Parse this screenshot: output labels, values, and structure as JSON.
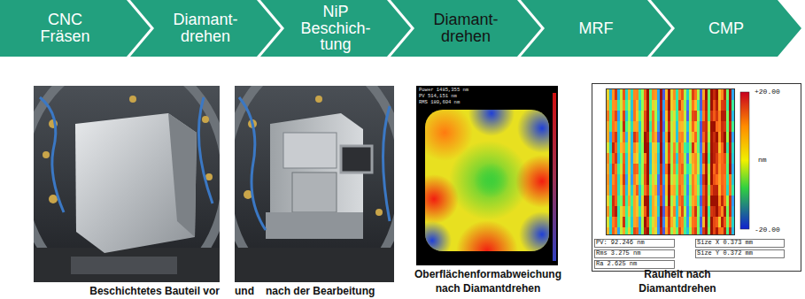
{
  "diagram": {
    "nodes": [
      {
        "text": [
          "CNC Fräsen"
        ]
      },
      {
        "text": [
          "Diamant- drehen"
        ]
      },
      {
        "text": [
          "NiP Beschich- tung"
        ]
      },
      {
        "text": [
          "Diamant- drehen"
        ]
      },
      {
        "text": [
          "MRF"
        ]
      },
      {
        "text": [
          "CMP"
        ]
      }
    ],
    "labels": [
      "Beschichtetes Bauteil vor",
      "und",
      "nach der Bearbeitung",
      "Oberflächenformabweichung nach Diamantdrehen",
      "Rauheit nach Diamantdrehen",
      "Power 1485,355 nm",
      "PV 514,151 nm",
      "RMS 180,604 nm",
      "+20.00",
      "nm",
      "-20.00",
      "PV: 92.246 nm",
      "Size X 0.373 mm",
      "Rms 3.275 nm",
      "Size Y 0.372 mm",
      "Ra 2.625 nm"
    ]
  }
}
